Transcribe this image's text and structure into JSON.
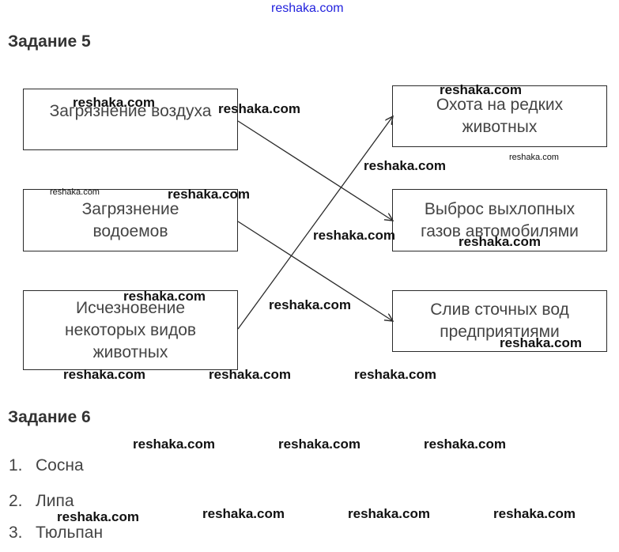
{
  "site_watermark": "reshaka.com",
  "task5": {
    "title": "Задание 5",
    "left_boxes": [
      "Загрязнение воздуха",
      "Загрязнение\nводоемов",
      "Исчезновение\nнекоторых видов\nживотных"
    ],
    "right_boxes": [
      "Охота на редких\nживотных",
      "Выброс выхлопных\nгазов автомобилями",
      "Слив сточных вод\nпредприятиями"
    ],
    "links": [
      {
        "from": "Загрязнение воздуха",
        "to": "Выброс выхлопных газов автомобилями"
      },
      {
        "from": "Загрязнение водоемов",
        "to": "Слив сточных вод предприятиями"
      },
      {
        "from": "Исчезновение некоторых видов животных",
        "to": "Охота на редких животных"
      }
    ]
  },
  "task6": {
    "title": "Задание 6",
    "items": [
      {
        "num": "1.",
        "label": "Сосна"
      },
      {
        "num": "2.",
        "label": "Липа"
      },
      {
        "num": "3.",
        "label": "Тюльпан"
      }
    ]
  },
  "colors": {
    "border": "#2a2a2a",
    "text": "#444444",
    "watermark": "#111111",
    "top_watermark": "#2222dd"
  }
}
